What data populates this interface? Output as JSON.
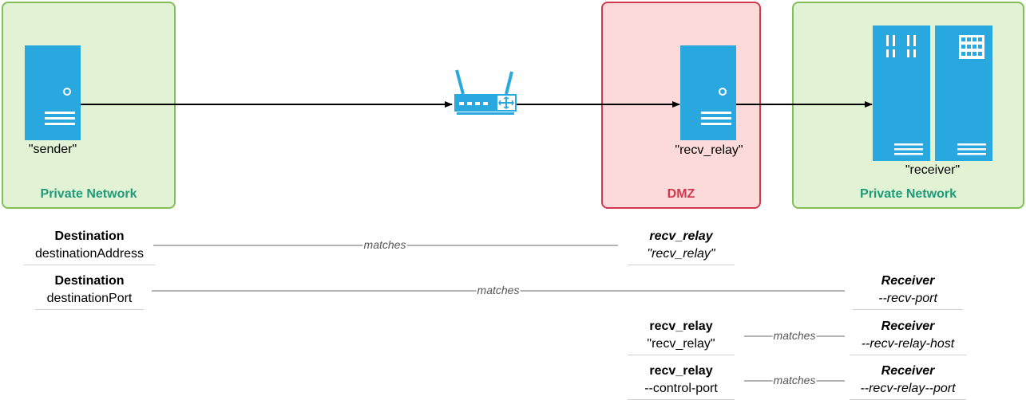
{
  "zones": {
    "left": {
      "label": "Private Network"
    },
    "dmz": {
      "label": "DMZ"
    },
    "right": {
      "label": "Private Network"
    }
  },
  "nodes": {
    "sender": {
      "label": "\"sender\""
    },
    "relay": {
      "label": "\"recv_relay\""
    },
    "receiver": {
      "label": "\"receiver\""
    }
  },
  "mappings": [
    {
      "left_title": "Destination",
      "left_value": "destinationAddress",
      "relation": "matches",
      "right_title": "recv_relay",
      "right_value": "\"recv_relay\""
    },
    {
      "left_title": "Destination",
      "left_value": "destinationPort",
      "relation": "matches",
      "right_title": "Receiver",
      "right_value": "--recv-port"
    },
    {
      "left_title": "recv_relay",
      "left_value": "\"recv_relay\"",
      "relation": "matches",
      "right_title": "Receiver",
      "right_value": "--recv-relay-host"
    },
    {
      "left_title": "recv_relay",
      "left_value": "--control-port",
      "relation": "matches",
      "right_title": "Receiver",
      "right_value": "--recv-relay--port"
    }
  ],
  "colors": {
    "server": "#29a8e0",
    "private_fill": "#e2f2d4",
    "private_border": "#82bf56",
    "dmz_fill": "#fcdada",
    "dmz_border": "#d0394d",
    "private_label": "#1f9a7a"
  }
}
